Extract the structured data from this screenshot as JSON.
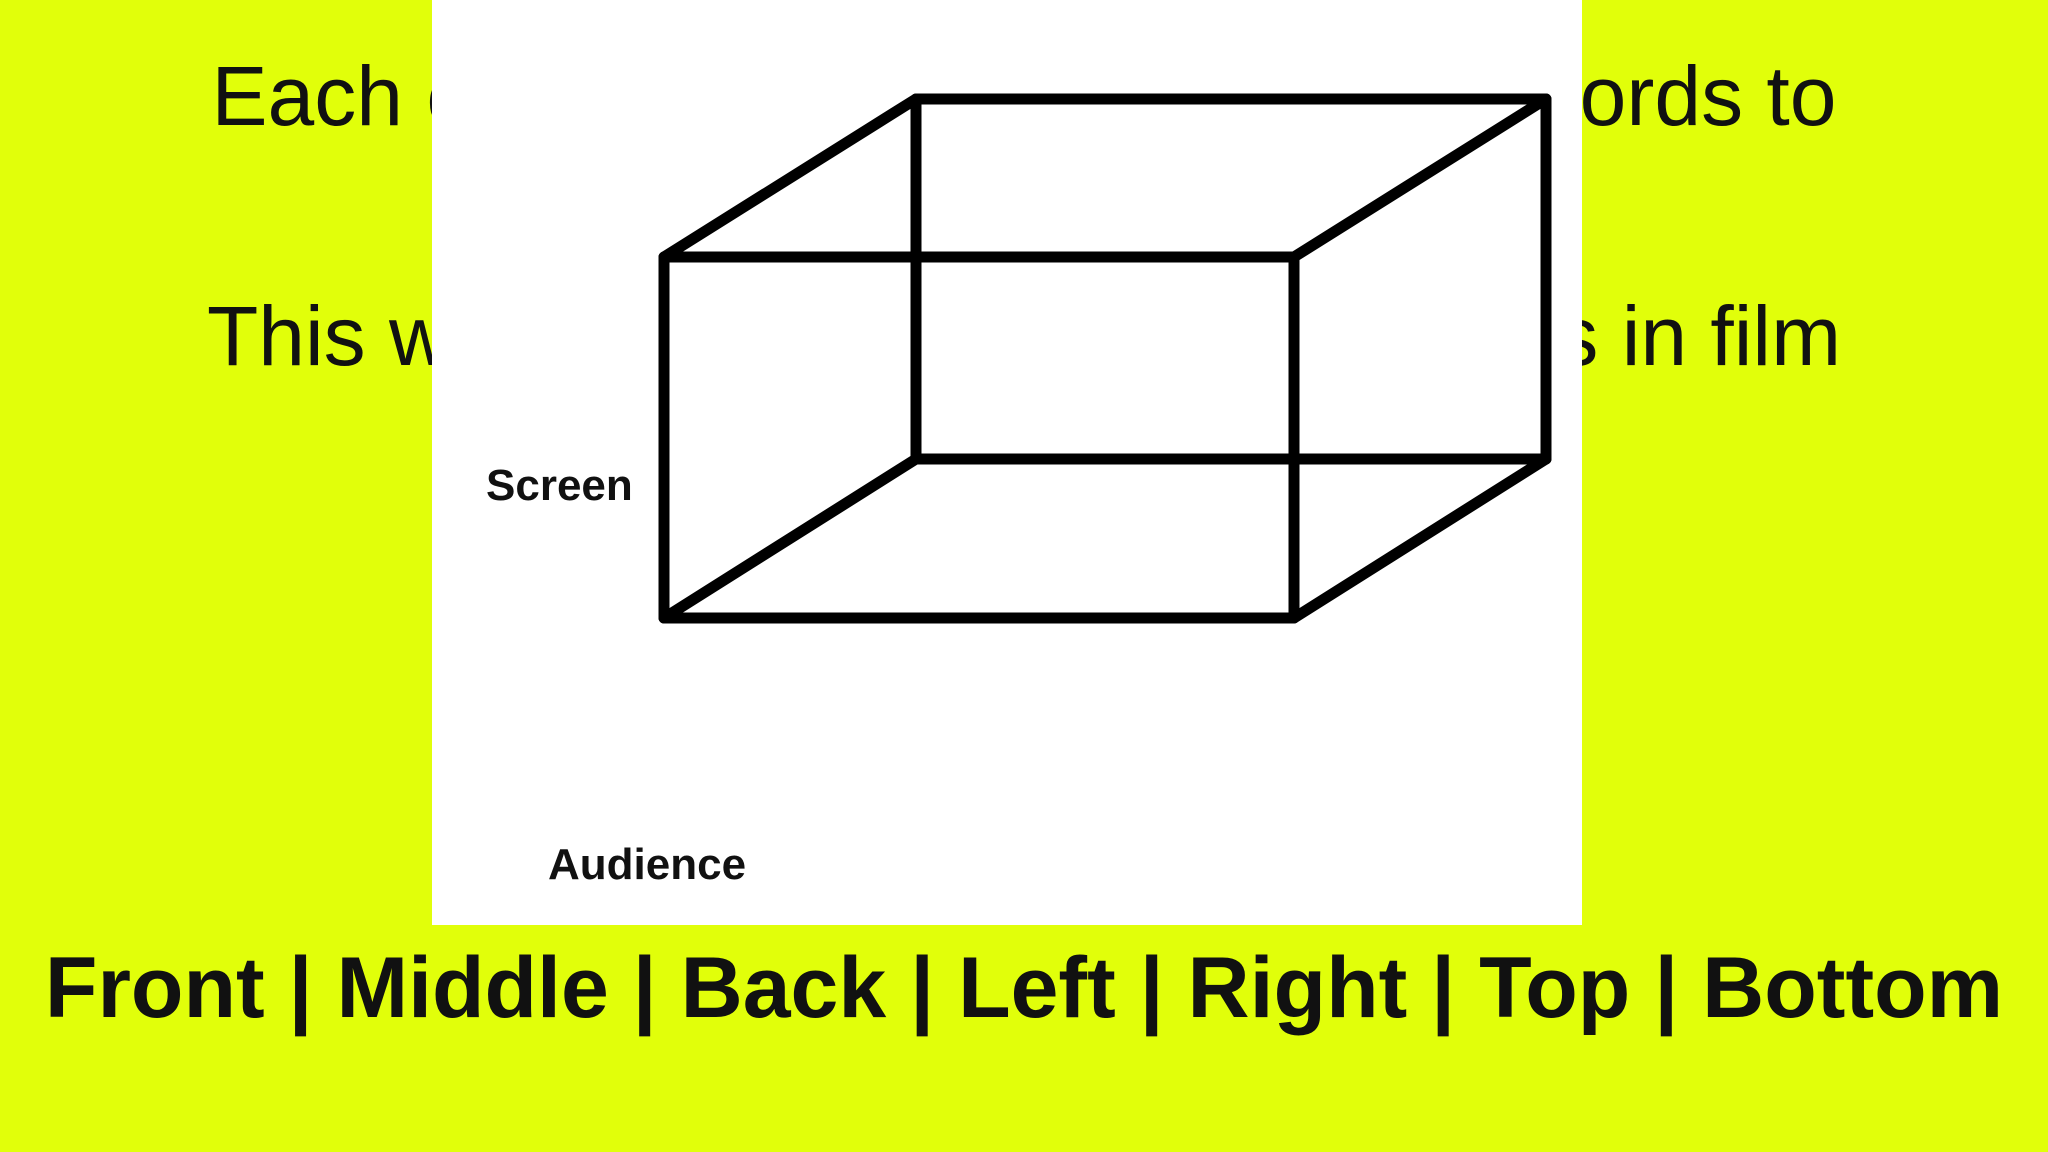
{
  "slide": {
    "line_1": "Each of these shots can use these words to",
    "line_2": "This will help us understand positions in film",
    "footer": "Front | Middle | Back | Left | Right | Top | Bottom",
    "background_color": "#e1ff0a",
    "text_color": "#111111"
  },
  "diagram": {
    "screen_label": "Screen",
    "audience_label": "Audience",
    "panel_color": "#ffffff",
    "line_color": "#000000"
  }
}
